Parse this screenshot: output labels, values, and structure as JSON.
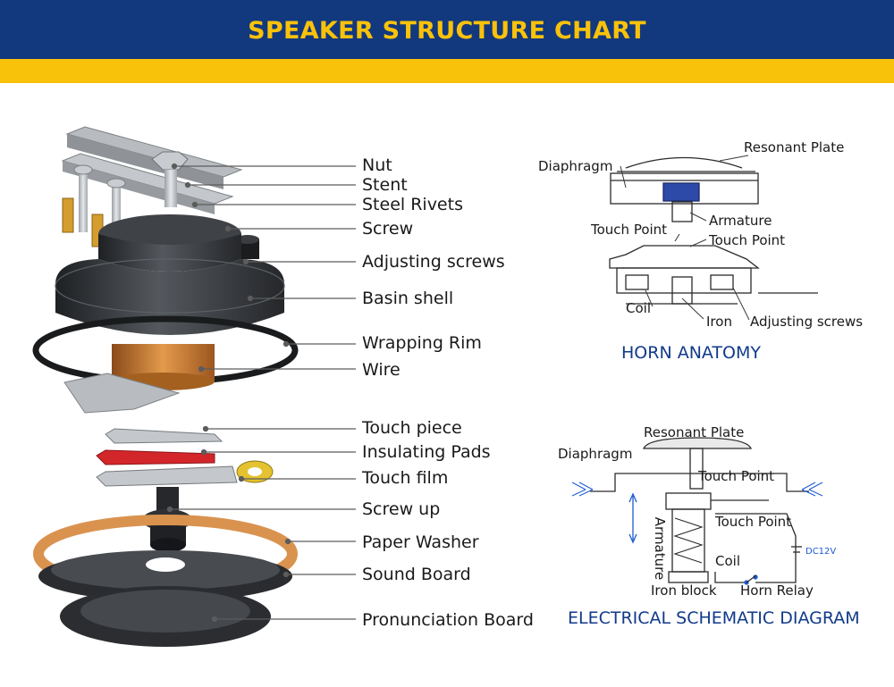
{
  "header": {
    "title": "SPEAKER STRUCTURE CHART"
  },
  "parts": {
    "nut": "Nut",
    "stent": "Stent",
    "steel_rivets": "Steel Rivets",
    "screw": "Screw",
    "adjusting_screws": "Adjusting screws",
    "basin_shell": "Basin shell",
    "wrapping_rim": "Wrapping Rim",
    "wire": "Wire",
    "touch_piece": "Touch piece",
    "insulating_pads": "Insulating Pads",
    "touch_film": "Touch film",
    "screw_up": "Screw up",
    "paper_washer": "Paper Washer",
    "sound_board": "Sound Board",
    "pronunciation_board": "Pronunciation Board"
  },
  "anatomy": {
    "caption": "HORN ANATOMY",
    "resonant_plate": "Resonant Plate",
    "diaphragm": "Diaphragm",
    "armature": "Armature",
    "touch_point_left": "Touch Point",
    "touch_point_right": "Touch Point",
    "coil": "Coil",
    "iron": "Iron",
    "adjusting_screws": "Adjusting screws"
  },
  "schematic": {
    "caption": "ELECTRICAL SCHEMATIC DIAGRAM",
    "resonant_plate": "Resonant Plate",
    "diaphragm": "Diaphragm",
    "touch_point_top": "Touch Point",
    "touch_point_bottom": "Touch Point",
    "armature": "Armature",
    "coil": "Coil",
    "iron_block": "Iron block",
    "horn_relay": "Horn Relay",
    "voltage": "DC12V"
  },
  "colors": {
    "header_bg": "#12387e",
    "header_stripe": "#f9c20a",
    "caption": "#123a8a",
    "shell": "#3b3e42",
    "coil": "#c7772c",
    "washer": "#d9934f",
    "insulating_pad": "#d3262b",
    "touch_film_tab": "#e4c230"
  }
}
